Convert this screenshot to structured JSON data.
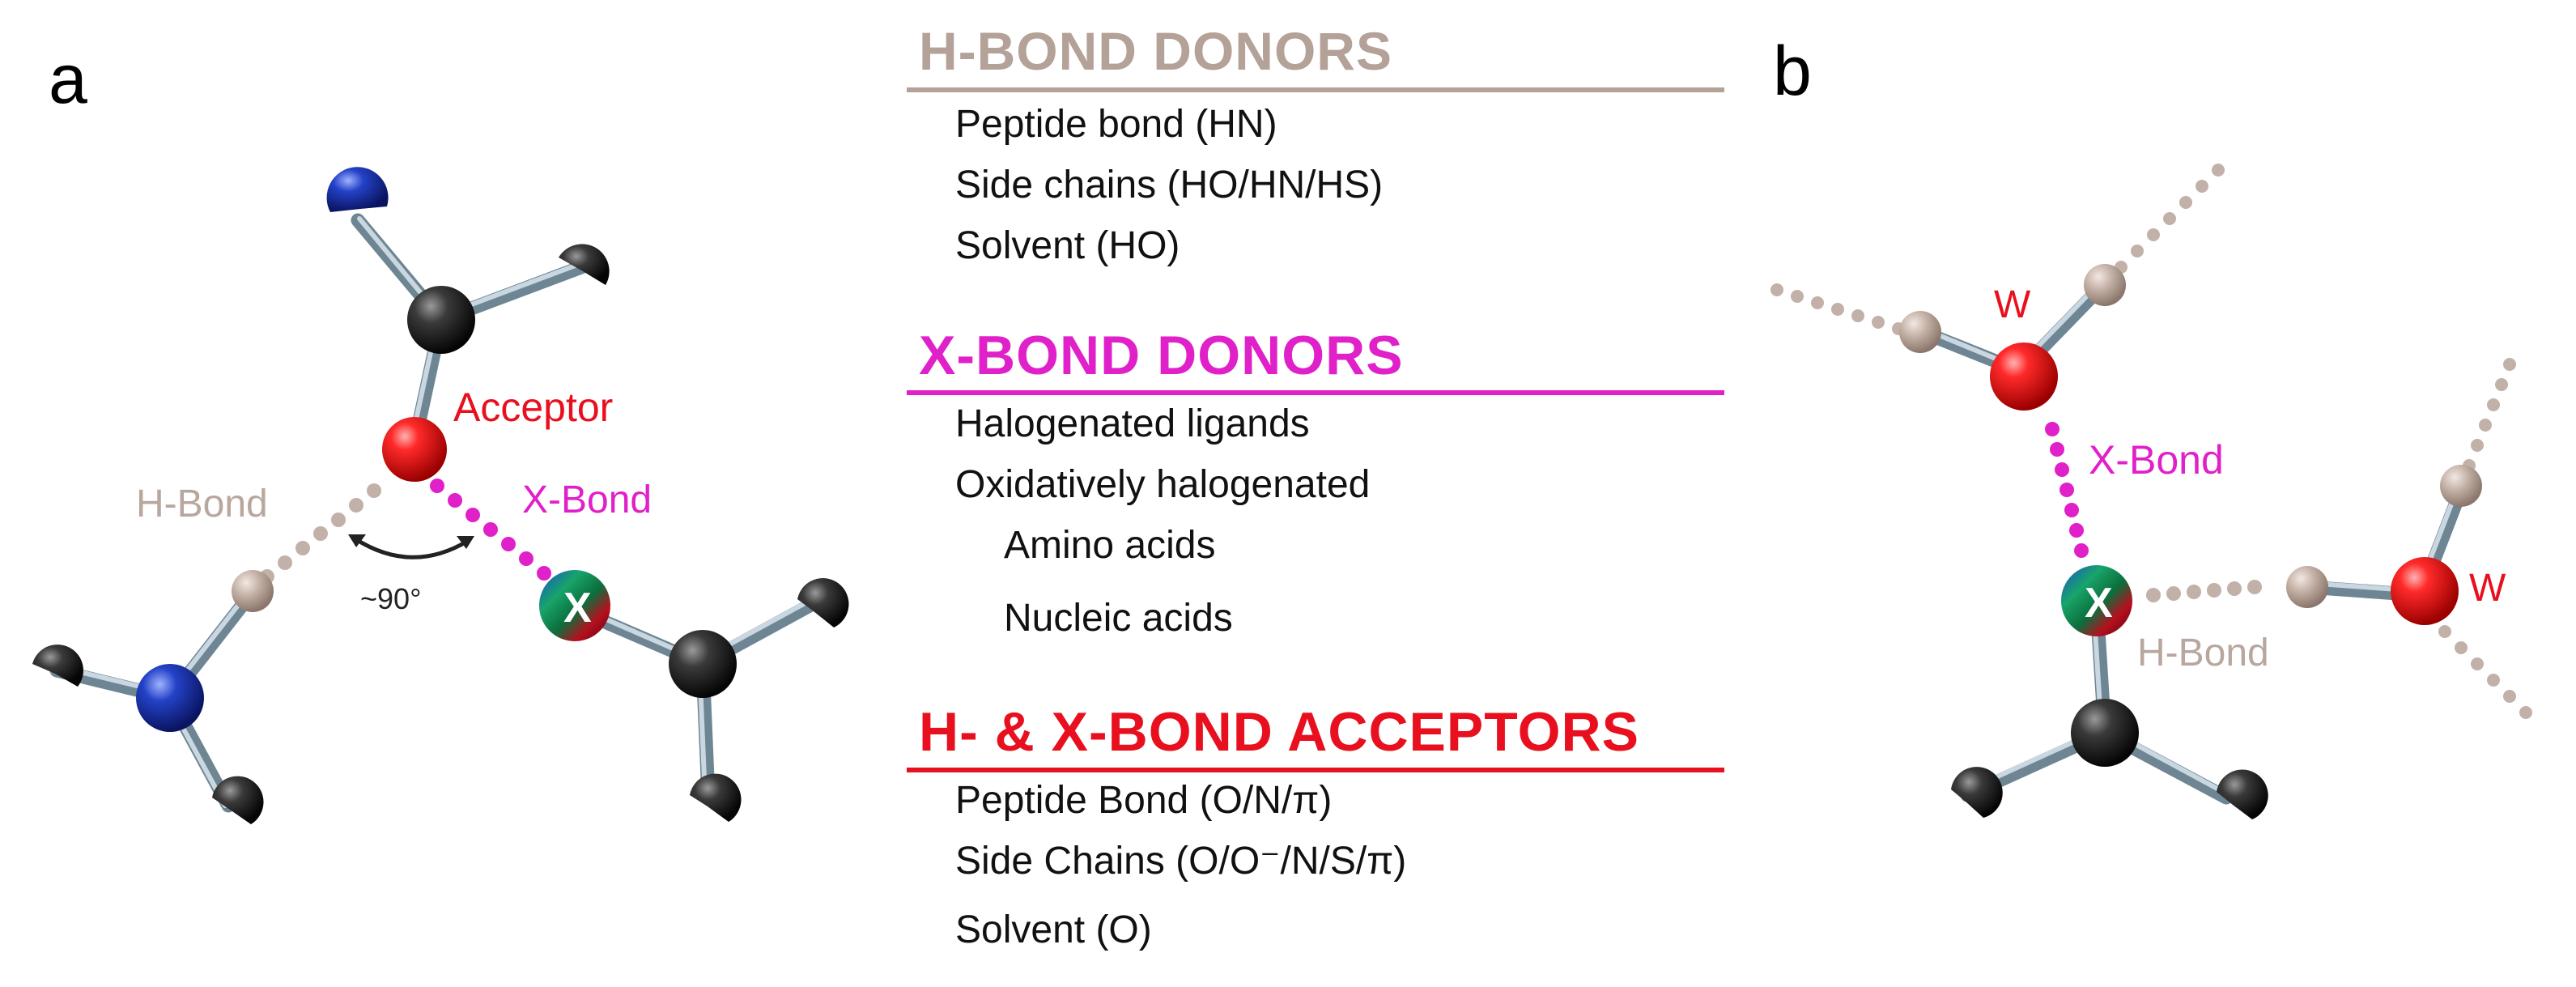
{
  "panels": {
    "a": "a",
    "b": "b"
  },
  "colors": {
    "hbond": "#b8a79e",
    "xbond": "#e020c8",
    "acceptor": "#e8101e",
    "carbon": "#1a1a1a",
    "nitrogen": "#1d36b8",
    "bondstick": "#9fb2bf"
  },
  "left_panel": {
    "acceptor_label": "Acceptor",
    "hbond_label": "H-Bond",
    "xbond_label": "X-Bond",
    "angle_label": "~90°",
    "halogen_symbol": "X"
  },
  "sections": [
    {
      "title": "H-BOND DONORS",
      "color": "#b4a198",
      "items": [
        "Peptide bond (HN)",
        "Side chains (HO/HN/HS)",
        "Solvent (HO)"
      ]
    },
    {
      "title": "X-BOND DONORS",
      "color": "#e020c8",
      "items": [
        "Halogenated ligands",
        "Oxidatively halogenated",
        "Amino acids",
        "Nucleic acids"
      ]
    },
    {
      "title": "H- & X-BOND ACCEPTORS",
      "color": "#e8101e",
      "items": [
        "Peptide Bond (O/N/π)",
        "Side Chains (O/O⁻/N/S/π)",
        "Solvent (O)"
      ]
    }
  ],
  "right_panel": {
    "water_label_top": "W",
    "water_label_right": "W",
    "xbond_label": "X-Bond",
    "hbond_label": "H-Bond",
    "halogen_symbol": "X"
  }
}
